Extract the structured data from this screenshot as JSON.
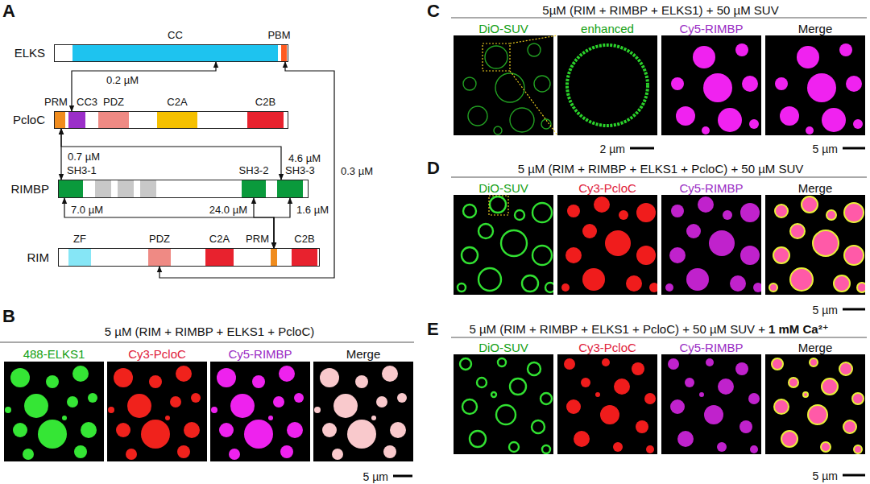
{
  "diagram": {
    "nodes": [
      {
        "text": [
          "ELKS"
        ]
      },
      {
        "text": [
          "CC"
        ],
        "in": 0
      },
      {
        "text": [
          "PBM"
        ],
        "in": 0
      },
      {
        "text": [
          "PcloC"
        ]
      },
      {
        "text": [
          "PRM"
        ],
        "in": 3
      },
      {
        "text": [
          "CC3"
        ],
        "in": 3
      },
      {
        "text": [
          "PDZ"
        ],
        "in": 3
      },
      {
        "text": [
          "C2A"
        ],
        "in": 3
      },
      {
        "text": [
          "C2B"
        ],
        "in": 3
      },
      {
        "text": [
          "RIMBP"
        ]
      },
      {
        "text": [
          "SH3-1"
        ],
        "in": 9
      },
      {
        "text": [
          "SH3-2"
        ],
        "in": 9
      },
      {
        "text": [
          "SH3-3"
        ],
        "in": 9
      },
      {
        "text": [
          "RIM"
        ]
      },
      {
        "text": [
          "ZF"
        ],
        "in": 13
      },
      {
        "text": [
          "PDZ"
        ],
        "in": 13
      },
      {
        "text": [
          "C2A"
        ],
        "in": 13
      },
      {
        "text": [
          "PRM"
        ],
        "in": 13
      },
      {
        "text": [
          "C2B"
        ],
        "in": 13
      }
    ],
    "edges": [
      {
        "from": 1,
        "to": 5,
        "arrow": "both",
        "label": "0.2 µM"
      },
      {
        "from": 4,
        "to": 10,
        "arrow": "both",
        "label": "0.7 µM"
      },
      {
        "from": 4,
        "to": 12,
        "arrow": "both",
        "label": "4.6 µM"
      },
      {
        "from": 10,
        "to": 17,
        "arrow": "both",
        "label": "7.0 µM"
      },
      {
        "from": 11,
        "to": 17,
        "arrow": "both",
        "label": "24.0 µM"
      },
      {
        "from": 12,
        "to": 17,
        "arrow": "both",
        "label": "1.6 µM"
      },
      {
        "from": 2,
        "to": 15,
        "arrow": "both",
        "label": "0.3 µM"
      }
    ],
    "labels": [
      "A",
      "B",
      "5 µM (RIM + RIMBP + ELKS1 + PcloC)",
      "488-ELKS1",
      "Cy3-PcloC",
      "Cy5-RIMBP",
      "Merge",
      "5 µm",
      "C",
      "5µM (RIM + RIMBP + ELKS1) + 50 µM SUV",
      "DiO-SUV",
      "enhanced",
      "Cy5-RIMBP",
      "Merge",
      "2 µm",
      "5 µm",
      "D",
      "5 µM (RIM + RIMBP + ELKS1 + PcloC) + 50 µM SUV",
      "DiO-SUV",
      "Cy3-PcloC",
      "Cy5-RIMBP",
      "Merge",
      "5 µm",
      "E",
      "5 µM (RIM + RIMBP + ELKS1 + PcloC) + 50 µM SUV +",
      "1 mM Ca²⁺",
      "DiO-SUV",
      "Cy3-PcloC",
      "Cy5-RIMBP",
      "Merge",
      "5 µm"
    ]
  }
}
